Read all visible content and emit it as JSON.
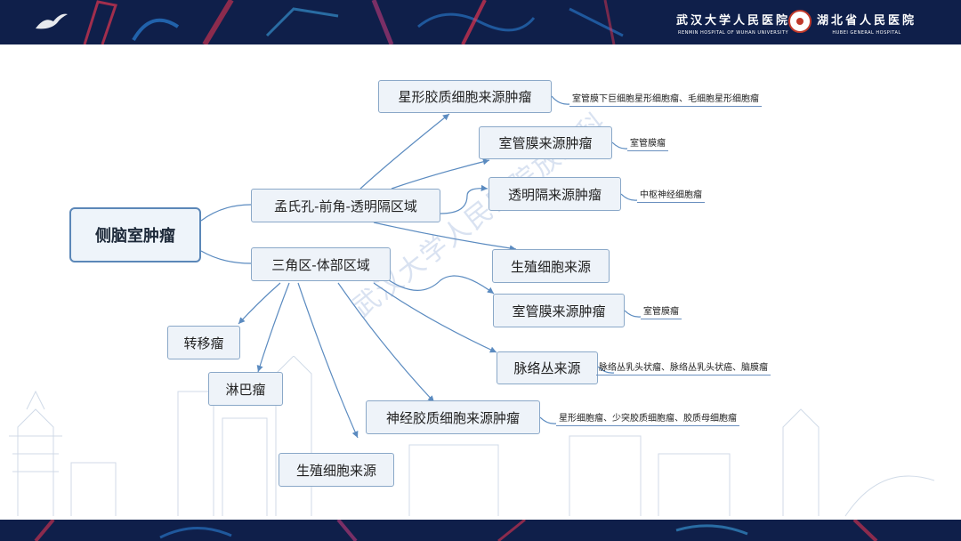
{
  "header": {
    "hospital1_cn": "武汉大学人民医院",
    "hospital1_en": "RENMIN HOSPITAL OF WUHAN UNIVERSITY",
    "hospital2_cn": "湖北省人民医院",
    "hospital2_en": "HUBEI   GENERAL   HOSPITAL"
  },
  "mindmap": {
    "root": "侧脑室肿瘤",
    "regions": {
      "foramen": "孟氏孔-前角-透明隔区域",
      "trigone": "三角区-体部区域"
    },
    "foramen_children": {
      "astro": "星形胶质细胞来源肿瘤",
      "ependymal": "室管膜来源肿瘤",
      "septum": "透明隔来源肿瘤",
      "germ": "生殖细胞来源"
    },
    "trigone_children": {
      "ependymal": "室管膜来源肿瘤",
      "choroid": "脉络丛来源",
      "glial": "神经胶质细胞来源肿瘤",
      "germ": "生殖细胞来源",
      "meta": "转移瘤",
      "lymphoma": "淋巴瘤"
    },
    "notes": {
      "astro": "室管膜下巨细胞星形细胞瘤、毛细胞星形细胞瘤",
      "ependymal1": "室管膜瘤",
      "septum": "中枢神经细胞瘤",
      "ependymal2": "室管膜瘤",
      "choroid": "脉络丛乳头状瘤、脉络丛乳头状癌、脑膜瘤",
      "glial": "星形细胞瘤、少突胶质细胞瘤、胶质母细胞瘤"
    }
  },
  "watermark": "武汉大学人民医院放射科",
  "colors": {
    "bar": "#0f1f4a",
    "node_border": "#8aa8c8",
    "node_fill": "#eef3f9",
    "connector": "#5b8bc0",
    "accent_red": "#e0344f",
    "accent_blue": "#2a7fd4"
  }
}
